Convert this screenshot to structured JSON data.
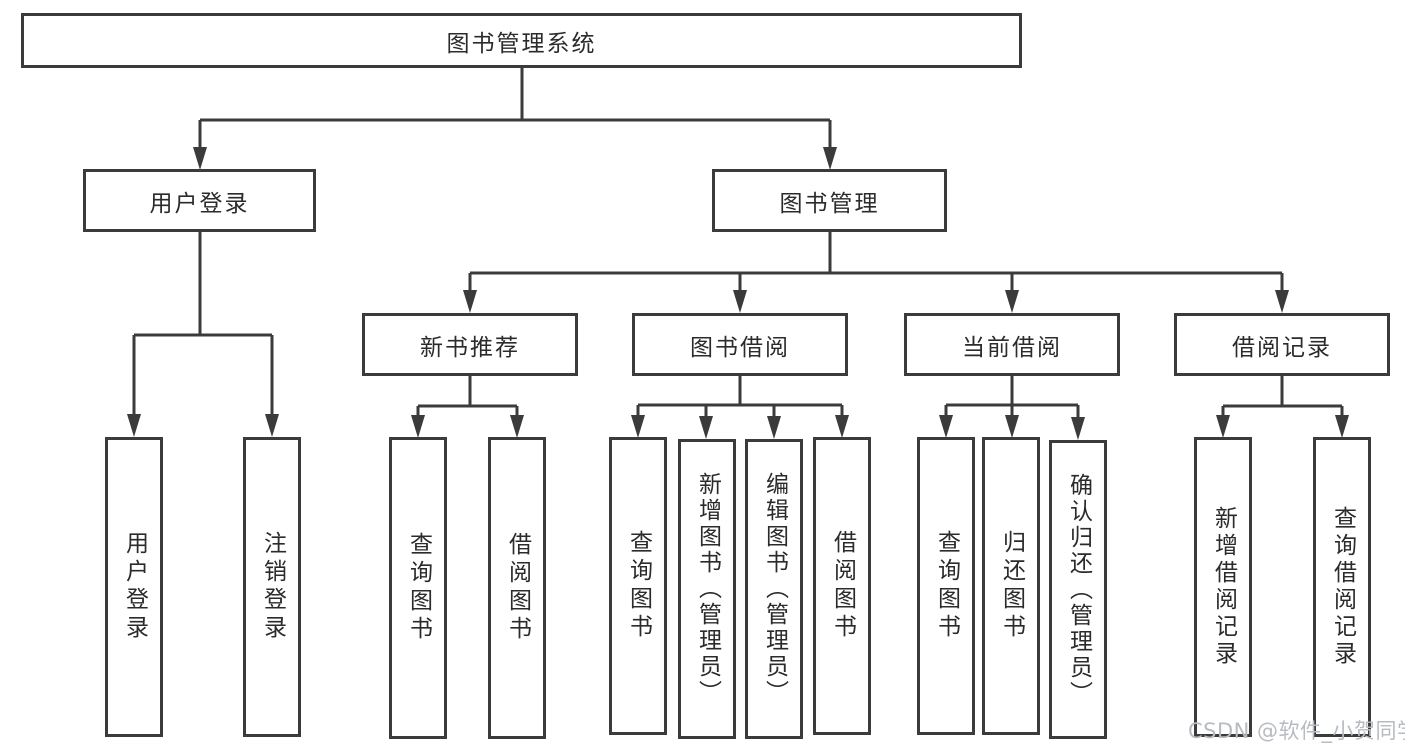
{
  "diagram": {
    "title": "图书管理系统",
    "tree": {
      "root": {
        "label": "图书管理系统",
        "children": [
          {
            "label": "用户登录",
            "children": [
              {
                "label": "用户登录"
              },
              {
                "label": "注销登录"
              }
            ]
          },
          {
            "label": "图书管理",
            "children": [
              {
                "label": "新书推荐",
                "children": [
                  {
                    "label": "查询图书"
                  },
                  {
                    "label": "借阅图书"
                  }
                ]
              },
              {
                "label": "图书借阅",
                "children": [
                  {
                    "label": "查询图书"
                  },
                  {
                    "label": "新增图书（管理员）"
                  },
                  {
                    "label": "编辑图书（管理员）"
                  },
                  {
                    "label": "借阅图书"
                  }
                ]
              },
              {
                "label": "当前借阅",
                "children": [
                  {
                    "label": "查询图书"
                  },
                  {
                    "label": "归还图书"
                  },
                  {
                    "label": "确认归还（管理员）"
                  }
                ]
              },
              {
                "label": "借阅记录",
                "children": [
                  {
                    "label": "新增借阅记录"
                  },
                  {
                    "label": "查询借阅记录"
                  }
                ]
              }
            ]
          }
        ]
      }
    }
  },
  "watermark": {
    "text": "CSDN @软件_小贺同学"
  },
  "colors": {
    "line": "#3b3b3b",
    "text": "#2b2b2b",
    "background": "#ffffff",
    "watermark": "#b7bcc2"
  }
}
